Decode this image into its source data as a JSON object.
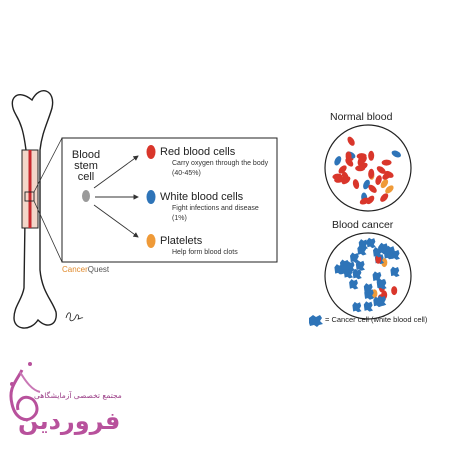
{
  "stem_cell_label": "Blood stem cell",
  "cell_types": [
    {
      "title": "Red blood cells",
      "desc_lines": [
        "Carry oxygen through the body",
        "(40-45%)"
      ],
      "color": "#d9362b"
    },
    {
      "title": "White blood cells",
      "desc_lines": [
        "Fight infections and disease",
        "(1%)"
      ],
      "color": "#2e74b8"
    },
    {
      "title": "Platelets",
      "desc_lines": [
        "Help form blood clots"
      ],
      "color": "#ef9a38"
    }
  ],
  "brand": {
    "main": "Cancer",
    "accent": "Quest"
  },
  "normal_blood_title": "Normal blood",
  "blood_cancer_title": "Blood cancer",
  "legend_text": "= Cancer cell (white blood cell)",
  "watermark": {
    "line1": "مجتمع تخصصی آزمایشگاهی",
    "line2": "فروردین"
  },
  "colors": {
    "red_cell": "#d9362b",
    "white_cell": "#2e74b8",
    "platelet": "#ef9a38",
    "stem_cell": "#9a9a9a",
    "marrow": "#f3d6c9",
    "vessel": "#c8282d",
    "brand_purple": "#b8519c"
  }
}
